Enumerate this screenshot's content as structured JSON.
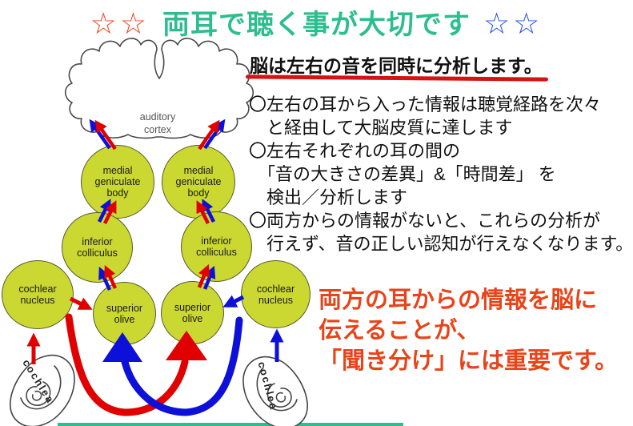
{
  "title": {
    "left_stars": "☆☆",
    "text": "両耳で聴く事が大切です",
    "right_stars": "☆☆"
  },
  "diagram": {
    "cortex_label": "auditory cortex",
    "labels": {
      "medial_geniculate_body": "medial geniculate body",
      "inferior_colliculus": "inferior colliculus",
      "superior_olive": "superior olive",
      "cochlear_nucleus": "cochlear nucleus",
      "cochlea": "cochlea"
    }
  },
  "panel": {
    "heading": "脳は左右の音を同時に分析します。",
    "bullets": [
      "〇左右の耳から入った情報は聴覚経路を次々",
      "　と経由して大脳皮質に達します",
      "〇左右それぞれの耳の間の",
      "　「音の大きさの差異」&「時間差」 を",
      "　検出／分析します",
      "〇両方からの情報がないと、これらの分析が",
      "　行えず、音の正しい認知が行えなくなります。"
    ],
    "conclusion": [
      "両方の耳からの情報を脳に",
      "伝えることが、",
      "「聞き分け」には重要です。"
    ]
  },
  "colors": {
    "title_text": "#2cbe8e",
    "stars_left": "#e8491f",
    "stars_right": "#2753e8",
    "node_fill": "#cbd832",
    "pathway_red": "#e00000",
    "pathway_blue": "#0d10d8",
    "heading_underline": "#d41414",
    "conclusion_text": "#e8441a",
    "bottom_line": "#2cbe8e"
  }
}
